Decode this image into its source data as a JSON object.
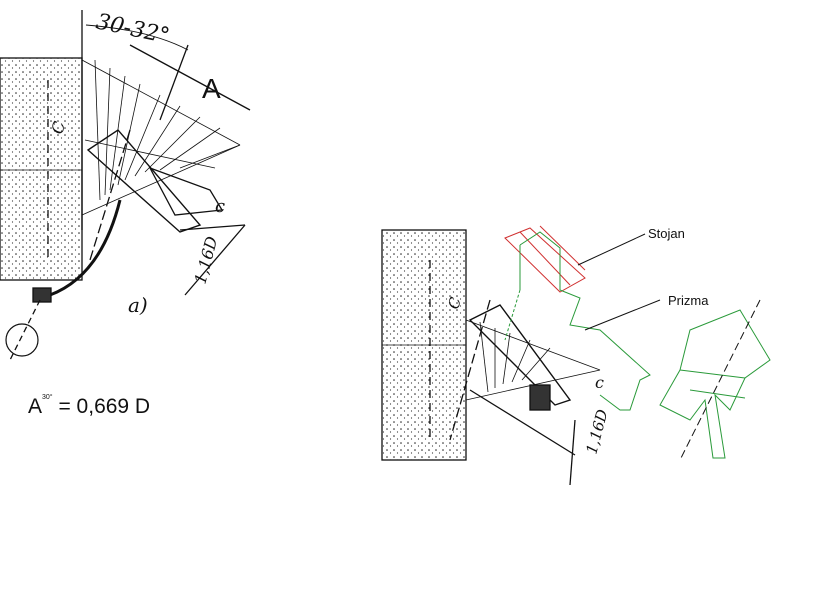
{
  "left_figure": {
    "angle_label": "30-32°",
    "dimension_A": "A",
    "point_C": "C",
    "label_c": "c",
    "dimension_116D": "1,16D",
    "subfigure": "a)"
  },
  "formula": {
    "symbol": "A",
    "superscript": "30°",
    "equals": "= 0,669 D"
  },
  "right_figure": {
    "stand_label": "Stojan",
    "prism_label": "Prizma",
    "point_C": "C",
    "label_c": "c",
    "dimension_116D": "1,16D",
    "colors": {
      "stand": "#d03030",
      "prism": "#2a9a3a",
      "ink": "#111111"
    }
  }
}
